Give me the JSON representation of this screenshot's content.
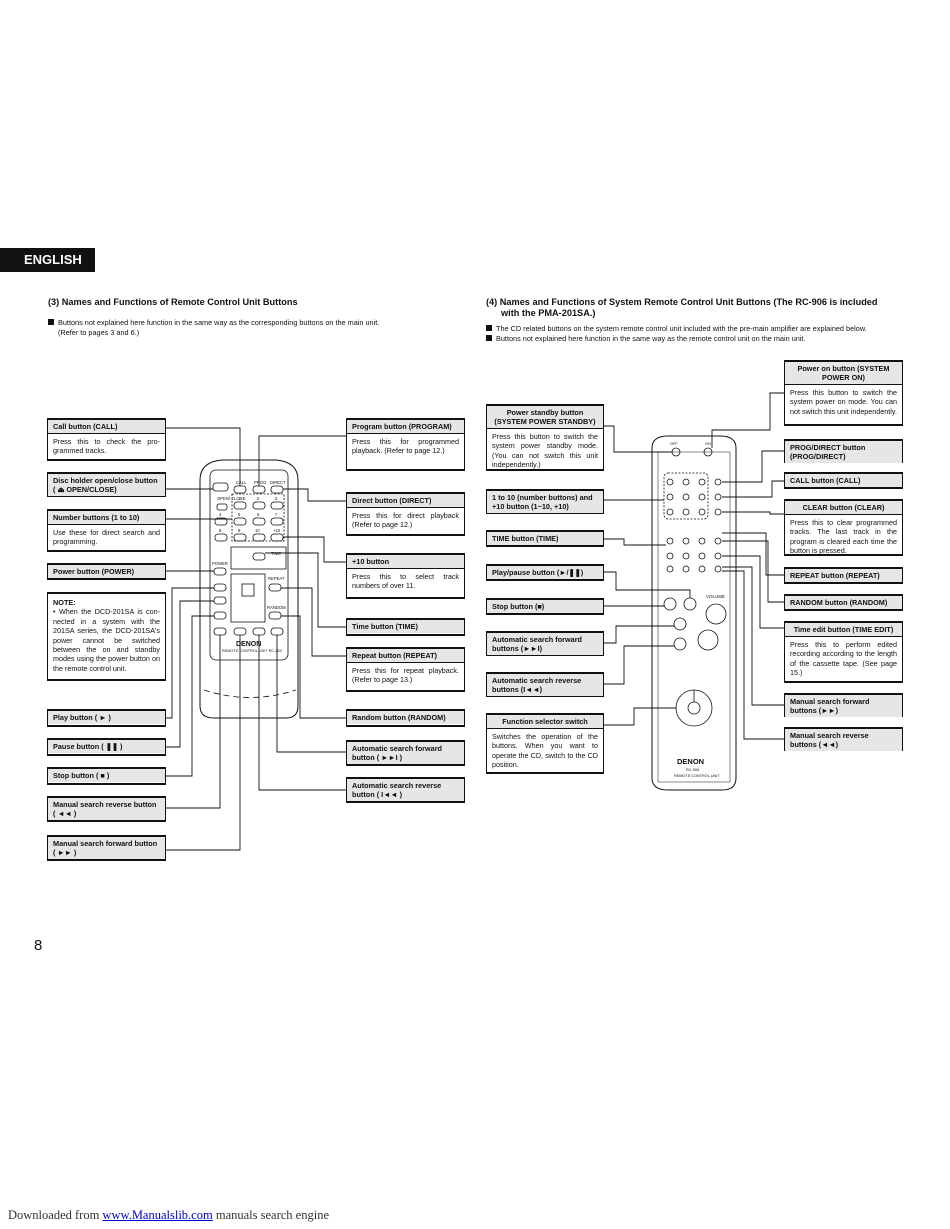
{
  "language_tab": "ENGLISH",
  "page_number": "8",
  "left": {
    "title": "(3)  Names and Functions of Remote Control Unit Buttons",
    "notes": [
      "Buttons not explained here function in the same way as the corresponding buttons on the main unit.",
      "(Refer to pages 3 and 6.)"
    ],
    "remote": {
      "brand": "DENON",
      "model_line": "REMOTE CONTROL UNIT  RC-263",
      "btn_open_close": "OPEN/ CLOSE",
      "btn_call": "CALL",
      "btn_prog": "PROG",
      "btn_direct": "DIRECT",
      "btn_power": "POWER",
      "btn_time": "TIME",
      "btn_repeat": "REPEAT",
      "btn_random": "RANDOM",
      "num_1": "1",
      "num_2": "2",
      "num_3": "3",
      "num_4": "4",
      "num_5": "5",
      "num_6": "6",
      "num_7": "7",
      "num_8": "8",
      "num_9": "9",
      "num_10": "10",
      "num_plus10": "+10"
    },
    "call": {
      "head": "Call button (CALL)",
      "body": "Press this to check the pro-grammed tracks."
    },
    "disc_holder": {
      "head": "Disc holder open/close button ( ⏏ OPEN/CLOSE)"
    },
    "number": {
      "head": "Number buttons (1 to 10)",
      "body": "Use these for direct search and programming."
    },
    "power": {
      "head": "Power button (POWER)"
    },
    "note": {
      "label": "NOTE:",
      "body": "• When the DCD-201SA is con-nected in a system with the 201SA series, the DCD-201SA's power cannot be switched between the on and standby modes using the power button on the remote control unit."
    },
    "play": {
      "head": "Play button ( ► )"
    },
    "pause": {
      "head": "Pause button ( ❚❚ )"
    },
    "stop": {
      "head": "Stop button ( ■ )"
    },
    "manual_rev": {
      "head": "Manual search reverse button ( ◄◄ )"
    },
    "manual_fwd": {
      "head": "Manual search forward button ( ►► )"
    },
    "program": {
      "head": "Program button (PROGRAM)",
      "body": "Press this for programmed playback. (Refer to page 12.)"
    },
    "direct": {
      "head": "Direct button (DIRECT)",
      "body": "Press this for direct playback (Refer to page 12.)"
    },
    "plus10": {
      "head": "+10 button",
      "body": "Press this to select track numbers of over 11."
    },
    "time": {
      "head": "Time button (TIME)"
    },
    "repeat": {
      "head": "Repeat button (REPEAT)",
      "body": "Press this for repeat playback. (Refer to page 13.)"
    },
    "random": {
      "head": "Random button (RANDOM)"
    },
    "auto_fwd": {
      "head": "Automatic search forward button ( ►►I )"
    },
    "auto_rev": {
      "head": "Automatic search reverse button ( I◄◄ )"
    }
  },
  "right": {
    "title_line1": "(4)  Names and Functions of System Remote Control Unit Buttons (The RC-906 is included",
    "title_line2": "with the PMA-201SA.)",
    "notes": [
      "The CD related buttons on the system remote control unit included with the pre-main amplifier are explained below.",
      "Buttons not explained here function in the same way as the remote control unit on the main unit."
    ],
    "remote": {
      "brand": "DENON",
      "model": "RC-906",
      "model_line": "REMOTE CONTROL UNIT",
      "volume": "VOLUME",
      "off": "OFF",
      "on": "ON"
    },
    "standby": {
      "head": "Power standby button (SYSTEM POWER STANDBY)",
      "body": "Press this button to switch the system power standby mode. (You can not switch this unit independently.)"
    },
    "one_to_ten": {
      "head": "1 to 10 (number buttons) and +10 button (1~10, +10)"
    },
    "time": {
      "head": "TIME button (TIME)"
    },
    "play_pause": {
      "head": "Play/pause button (►/❚❚)"
    },
    "stop": {
      "head": "Stop button (■)"
    },
    "auto_fwd": {
      "head": "Automatic search forward buttons (►►I)"
    },
    "auto_rev": {
      "head": "Automatic search reverse buttons (I◄◄)"
    },
    "function_sel": {
      "head": "Function selector switch",
      "body": "Switches the operation of the buttons. When you want to operate the CD, switch to the CD position."
    },
    "power_on": {
      "head": "Power on button (SYSTEM POWER ON)",
      "body": "Press this button to switch the system power on mode. You can not switch this unit independently."
    },
    "prog_direct": {
      "head": "PROG/DIRECT button (PROG/DIRECT)"
    },
    "call": {
      "head": "CALL button (CALL)"
    },
    "clear": {
      "head": "CLEAR button (CLEAR)",
      "body": "Press this to clear programmed tracks. The last track in the program is cleared each time the button is pressed."
    },
    "repeat": {
      "head": "REPEAT button (REPEAT)"
    },
    "random": {
      "head": "RANDOM button (RANDOM)"
    },
    "time_edit": {
      "head": "Time edit button (TIME EDIT)",
      "body": "Press this to perform edited recording according to the length of the cassette tape. (See page 15.)"
    },
    "manual_fwd": {
      "head": "Manual search forward buttons (►►)"
    },
    "manual_rev": {
      "head": "Manual search reverse buttons (◄◄)"
    }
  },
  "footer": {
    "prefix": "Downloaded from",
    "link": "www.Manualslib.com",
    "suffix": "manuals search engine"
  }
}
